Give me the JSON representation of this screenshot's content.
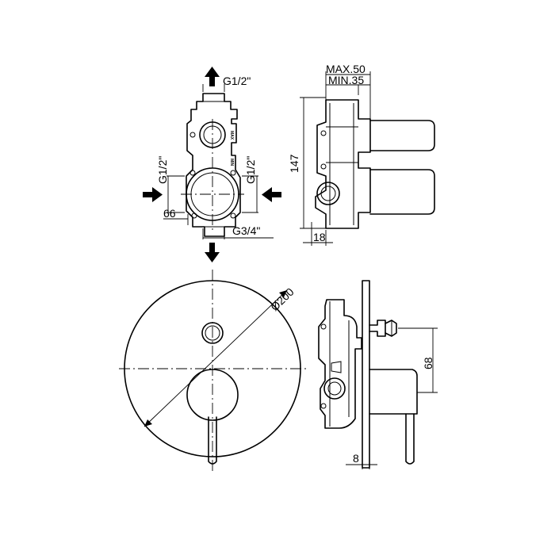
{
  "labels": {
    "outlet_top": "G1/2\"",
    "inlet_left": "G1/2\"",
    "inlet_right": "G1/2\"",
    "outlet_bottom": "G3/4\"",
    "width_66": "66",
    "height_147": "147",
    "depth_max": "MAX.50",
    "depth_min": "MIN.35",
    "offset_18": "18",
    "diameter": "Ø200",
    "height_68": "68",
    "plate_8": "8",
    "body_max_mark": "MAX",
    "body_min_mark": "MIN"
  }
}
